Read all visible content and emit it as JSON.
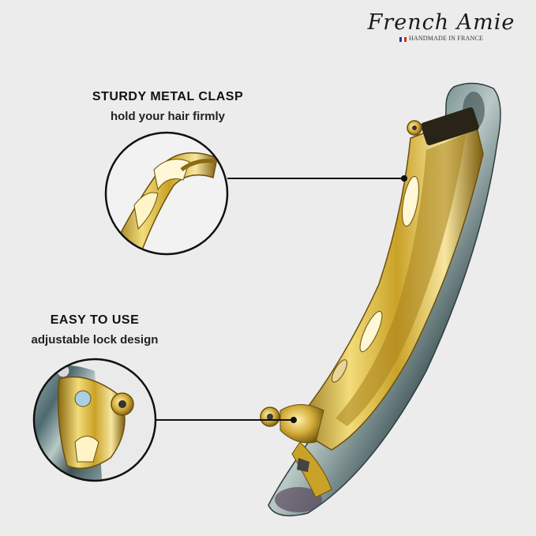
{
  "brand": {
    "name": "French Amie",
    "tagline": "HANDMADE IN FRANCE",
    "flag_colors": [
      "#1f3a93",
      "#ffffff",
      "#d62828"
    ]
  },
  "features": [
    {
      "title": "STURDY METAL CLASP",
      "subtitle": "hold your hair firmly"
    },
    {
      "title": "EASY TO USE",
      "subtitle": "adjustable lock design"
    }
  ],
  "colors": {
    "background": "#ececec",
    "gold": "#c9a227",
    "gold_light": "#f3dc7a",
    "tortoise": "#6f8b8f"
  }
}
